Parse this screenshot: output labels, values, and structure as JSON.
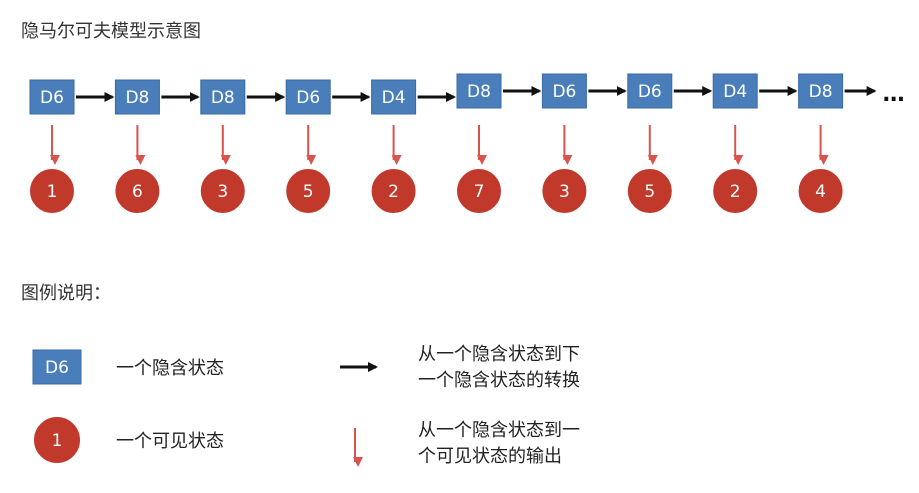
{
  "title": "隐马尔可夫模型示意图",
  "hidden_states": [
    "D6",
    "D8",
    "D8",
    "D6",
    "D4",
    "D8",
    "D6",
    "D6",
    "D4",
    "D8"
  ],
  "observations": [
    "1",
    "6",
    "3",
    "5",
    "2",
    "7",
    "3",
    "5",
    "2",
    "4"
  ],
  "ellipsis": "…",
  "legend": {
    "title": "图例说明：",
    "state_sample": "D6",
    "state_label": "一个隐含状态",
    "transition_label_line1": "从一个隐含状态到下",
    "transition_label_line2": "一个隐含状态的转换",
    "obs_sample": "1",
    "obs_label": "一个可见状态",
    "emission_label_line1": "从一个隐含状态到一",
    "emission_label_line2": "个可见状态的输出"
  },
  "colors": {
    "state_box": "#4a7ebb",
    "observation": "#c0392b",
    "transition_arrow": "#111111",
    "emission_arrow": "#d9534f"
  }
}
